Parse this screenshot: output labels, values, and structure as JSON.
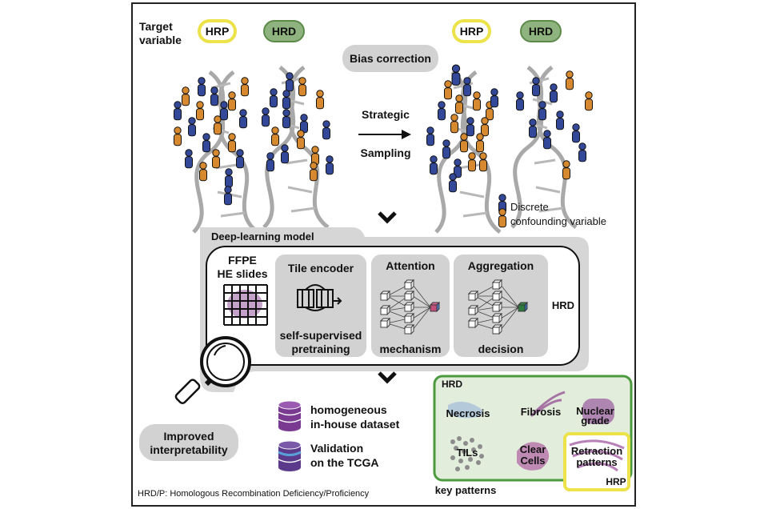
{
  "target": {
    "label_line1": "Target",
    "label_line2": "variable",
    "hrp": "HRP",
    "hrd": "HRD"
  },
  "bias_correction": "Bias correction",
  "strategic_sampling": {
    "line1": "Strategic",
    "line2": "Sampling"
  },
  "after": {
    "hrp": "HRP",
    "hrd": "HRD"
  },
  "legend": {
    "line1": "Discrete",
    "line2": "confounding variable"
  },
  "model": {
    "title": "Deep-learning model",
    "ffpe": {
      "line1": "FFPE",
      "line2": "HE slides"
    },
    "tile_encoder": {
      "title": "Tile encoder",
      "line1": "self-supervised",
      "line2": "pretraining"
    },
    "attention": {
      "title": "Attention",
      "sub": "mechanism"
    },
    "aggregation": {
      "title": "Aggregation",
      "sub": "decision"
    },
    "output": "HRD"
  },
  "improved": {
    "line1": "Improved",
    "line2": "interpretability"
  },
  "datasets": [
    {
      "line1": "homogeneous",
      "line2": "in-house dataset"
    },
    {
      "line1": "Validation",
      "line2": "on the TCGA"
    }
  ],
  "patterns": {
    "hrd_label": "HRD",
    "necrosis": "Necrosis",
    "fibrosis": "Fibrosis",
    "nuclear": {
      "line1": "Nuclear",
      "line2": "grade"
    },
    "tils": "TILs",
    "clear_cells": {
      "line1": "Clear",
      "line2": "Cells"
    },
    "retraction": {
      "line1": "Retraction",
      "line2": "patterns"
    },
    "hrp_label": "HRP",
    "caption": "key patterns"
  },
  "footnote": "HRD/P: Homologous Recombination Deficiency/Proficiency",
  "colors": {
    "hrp_border": "#ece24a",
    "hrd_fill": "#8fb37e",
    "blue_person": "#34489a",
    "orange_person": "#d6892e",
    "green_box": "#4c9a3e",
    "purple_db": "#7a3a92"
  }
}
